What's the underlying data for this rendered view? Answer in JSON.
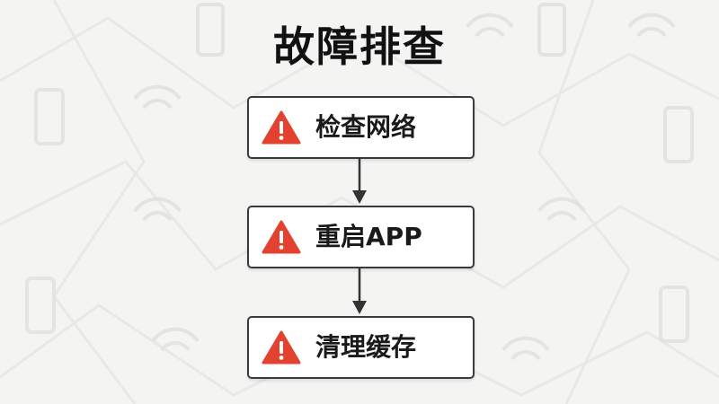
{
  "title": "故障排查",
  "steps": [
    {
      "label": "检查网络",
      "icon": "warning-triangle-icon"
    },
    {
      "label": "重启APP",
      "icon": "warning-triangle-icon"
    },
    {
      "label": "清理缓存",
      "icon": "warning-triangle-icon"
    }
  ],
  "colors": {
    "warning": "#e2422f",
    "border": "#3a3a3a",
    "background": "#f4f4f3",
    "text": "#111111"
  }
}
